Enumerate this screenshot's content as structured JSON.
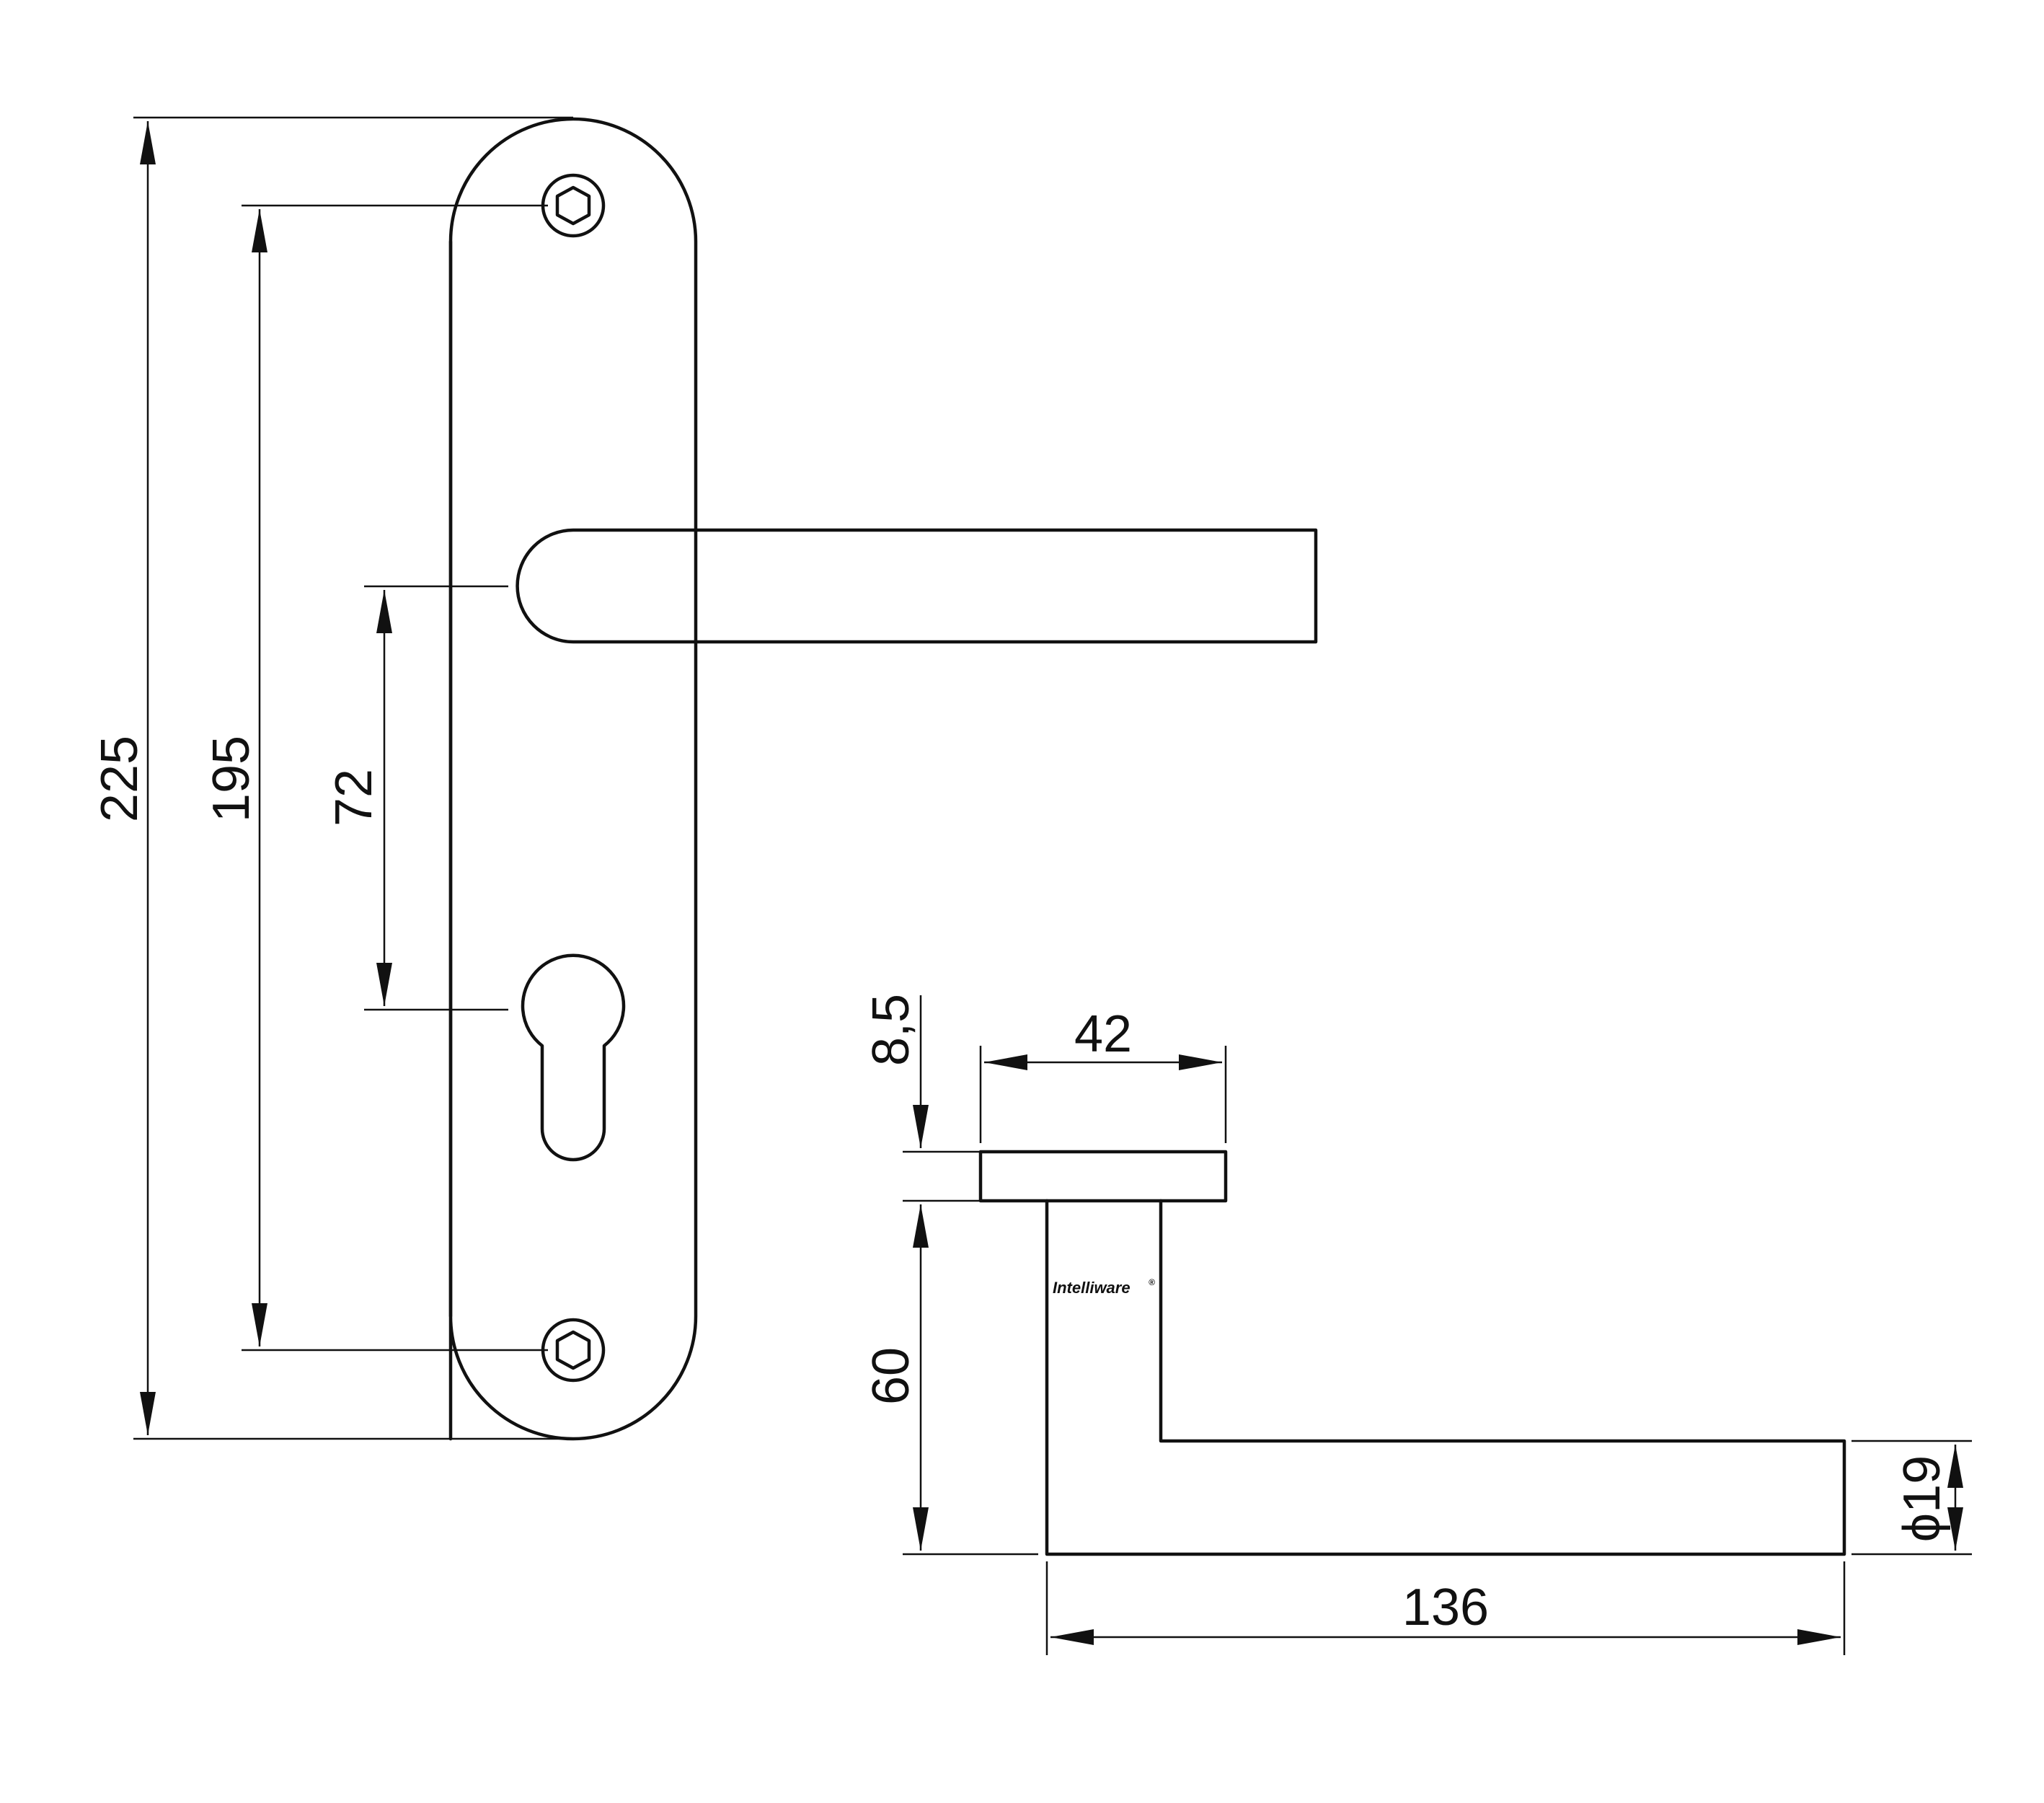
{
  "dimensions": {
    "plate_height": "225",
    "screw_spacing": "195",
    "handle_to_cylinder": "72",
    "rose_width": "42",
    "rose_thickness": "8,5",
    "handle_projection": "60",
    "handle_length": "136",
    "handle_diameter": "ϕ19"
  },
  "logo": {
    "text": "Intelliware",
    "mark": "®"
  }
}
